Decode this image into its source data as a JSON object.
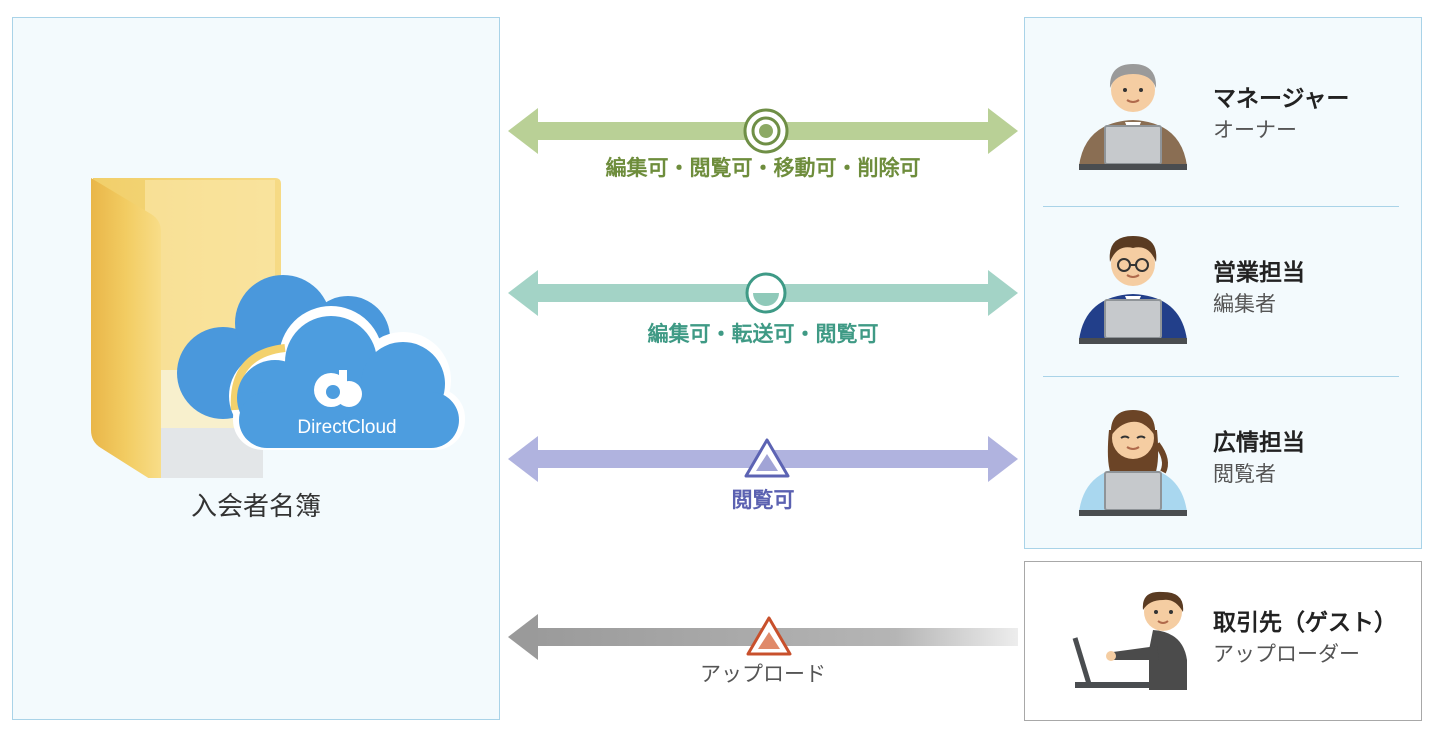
{
  "folder": {
    "name": "入会者名簿",
    "logo_text": "DirectCloud"
  },
  "connections": [
    {
      "label": "編集可・閲覧可・移動可・削除可",
      "symbol": "double-circle-icon",
      "direction": "both",
      "color": "#b5cc8f",
      "label_color": "#6e8d3c",
      "symbol_color": "#6f8f46"
    },
    {
      "label": "編集可・転送可・閲覧可",
      "symbol": "circle-icon",
      "direction": "both",
      "color": "#9fd2c3",
      "label_color": "#3f9a85",
      "symbol_color": "#3e9a86"
    },
    {
      "label": "閲覧可",
      "symbol": "triangle-icon",
      "direction": "both",
      "color": "#aeb0de",
      "label_color": "#5b61b1",
      "symbol_color": "#5c63b3"
    },
    {
      "label": "アップロード",
      "symbol": "triangle-icon",
      "direction": "left",
      "color": "#9e9e9e",
      "label_color": "#555555",
      "symbol_color": "#c8502c"
    }
  ],
  "roles": [
    {
      "name": "マネージャー",
      "permission": "オーナー"
    },
    {
      "name": "営業担当",
      "permission": "編集者"
    },
    {
      "name": "広情担当",
      "permission": "閲覧者"
    }
  ],
  "guest": {
    "name": "取引先（ゲスト）",
    "permission": "アップローダー"
  }
}
